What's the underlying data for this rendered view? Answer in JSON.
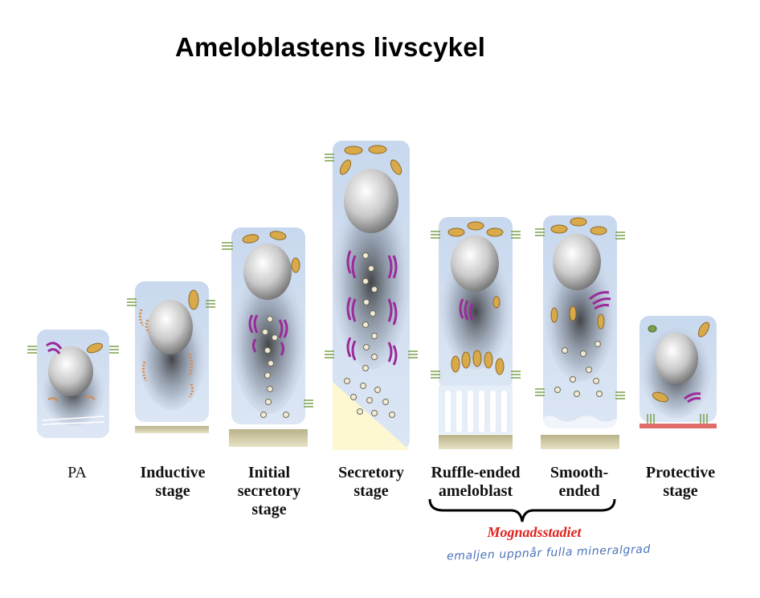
{
  "title": "Ameloblastens livscykel",
  "stages": [
    {
      "id": "pa",
      "lines": [
        "PA"
      ],
      "weight": "plain"
    },
    {
      "id": "inductive",
      "lines": [
        "Inductive",
        "stage"
      ],
      "weight": "bold"
    },
    {
      "id": "initial-secretory",
      "lines": [
        "Initial",
        "secretory",
        "stage"
      ],
      "weight": "bold"
    },
    {
      "id": "secretory",
      "lines": [
        "Secretory",
        "stage"
      ],
      "weight": "bold"
    },
    {
      "id": "ruffle-ended",
      "lines": [
        "Ruffle-ended",
        "ameloblast"
      ],
      "weight": "bold"
    },
    {
      "id": "smooth-ended",
      "lines": [
        "Smooth-",
        "ended"
      ],
      "weight": "bold"
    },
    {
      "id": "protective",
      "lines": [
        "Protective",
        "stage"
      ],
      "weight": "bold"
    }
  ],
  "group": {
    "label": "Mognadsstadiet"
  },
  "handwritten_note": "emaljen uppnår fulla mineralgrad",
  "colors": {
    "cell_fill": "#dbe7f5",
    "mitochondria": "#d9a94a",
    "golgi": "#9b2a9b",
    "granules": "#f2ecd6",
    "enamel": "#d8d4b0",
    "enamel_secretory": "#fdf7d2",
    "protective_layer": "#e06c6c",
    "group_label": "#e0241f",
    "handnote": "#4a73b8"
  }
}
